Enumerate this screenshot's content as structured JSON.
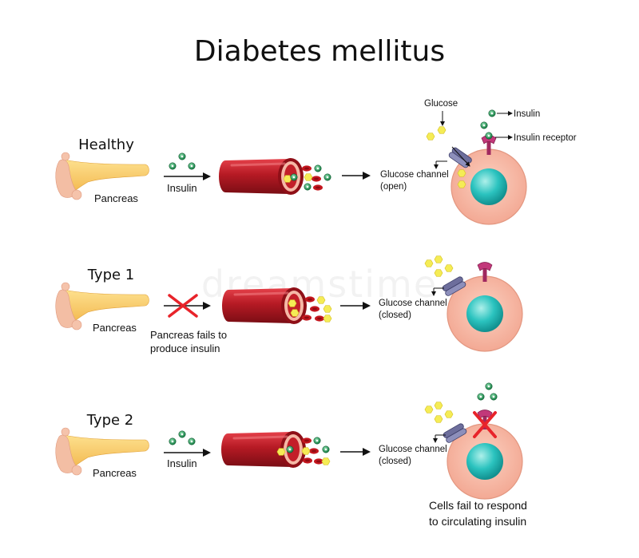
{
  "title": "Diabetes mellitus",
  "watermark": "dreamstime",
  "labels": {
    "pancreas": "Pancreas",
    "insulin": "Insulin",
    "glucose": "Glucose",
    "insulin_receptor": "Insulin receptor",
    "glucose_channel": "Glucose channel",
    "open": "(open)",
    "closed": "(closed)"
  },
  "rows": {
    "healthy": {
      "title": "Healthy"
    },
    "type1": {
      "title": "Type 1",
      "note_line1": "Pancreas fails to",
      "note_line2": "produce insulin"
    },
    "type2": {
      "title": "Type 2",
      "note_line1": "Cells fail to respond",
      "note_line2": "to circulating insulin"
    }
  },
  "colors": {
    "pancreas": "#f7c56a",
    "pancreas_head": "#f2b9a0",
    "vessel": "#b51a24",
    "vessel_inner": "#f5b3a5",
    "cell": "#f6b8a6",
    "nucleus": "#27c2c0",
    "insulin": "#1e8a4e",
    "glucose": "#f4ec52",
    "receptor": "#b0306f",
    "channel": "#6b6b99",
    "cross": "#e8232a"
  }
}
